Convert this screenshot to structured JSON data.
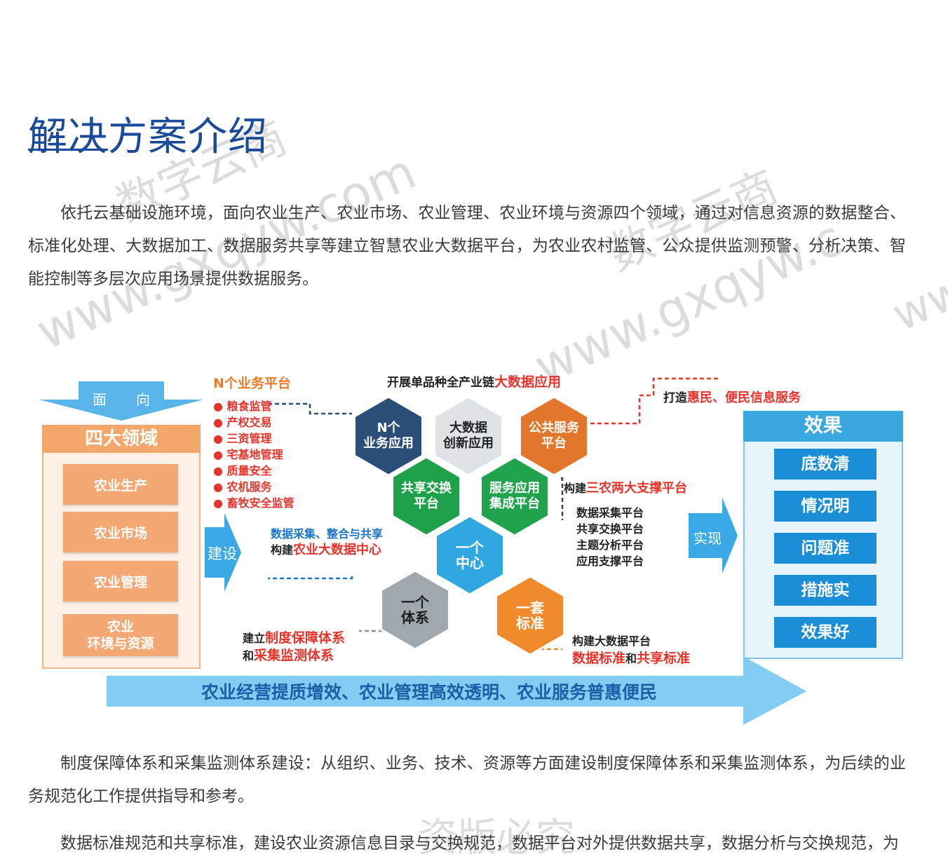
{
  "page": {
    "title": "解决方案介绍",
    "paragraphs": [
      "依托云基础设施环境，面向农业生产、农业市场、农业管理、农业环境与资源四个领域，通过对信息资源的数据整合、标准化处理、大数据加工、数据服务共享等建立智慧农业大数据平台，为农业农村监管、公众提供监测预警、分析决策、智能控制等多层次应用场景提供数据服务。",
      "制度保障体系和采集监测体系建设：从组织、业务、技术、资源等方面建设制度保障体系和采集监测体系，为后续的业务规范化工作提供指导和参考。",
      "数据标准规范和共享标准，建设农业资源信息目录与交换规范，数据平台对外提供数据共享，数据分析与交换规范，为"
    ],
    "watermarks": [
      "数字云商",
      "www.gxqyw.com",
      "数字云商",
      "www.gxqyw.c",
      "ww",
      "资版必究"
    ]
  },
  "diagram": {
    "facing": {
      "chars": [
        "面",
        "向"
      ]
    },
    "domains": {
      "header": "四大领域",
      "items": [
        "农业生产",
        "农业市场",
        "农业管理",
        "农业",
        "环境与资源"
      ]
    },
    "build_label": "建设",
    "realize_label": "实现",
    "business": {
      "title": "N个业务平台",
      "items": [
        "粮食监管",
        "产权交易",
        "三资管理",
        "宅基地管理",
        "质量安全",
        "农机服务",
        "畜牧安全监管"
      ]
    },
    "top_caption": {
      "prefix": "开展单品种全产业链",
      "highlight": "大数据应用"
    },
    "service_caption": {
      "prefix": "打造",
      "highlight": "惠民、便民信息服务"
    },
    "hexes": [
      {
        "label1": "N个",
        "label2": "业务应用",
        "color": "#2b4e78"
      },
      {
        "label1": "大数据",
        "label2": "创新应用",
        "color": "#dfe3e6"
      },
      {
        "label1": "公共服务",
        "label2": "平台",
        "color": "#e2762b"
      },
      {
        "label1": "共享交换",
        "label2": "平台",
        "color": "#1fa04a"
      },
      {
        "label1": "服务应用",
        "label2": "集成平台",
        "color": "#21a24c"
      },
      {
        "label1": "一个",
        "label2": "中心",
        "color": "#2fa8e2"
      },
      {
        "label1": "一个",
        "label2": "体系",
        "color": "#9ea8ad"
      },
      {
        "label1": "一套",
        "label2": "标准",
        "color": "#f08a2a"
      }
    ],
    "support": {
      "prefix": "构建",
      "highlight": "三农两大支撑平台",
      "items": [
        "数据采集平台",
        "共享交换平台",
        "主题分析平台",
        "应用支撑平台"
      ]
    },
    "center_caption": {
      "line1": "数据采集、整合与共享",
      "prefix": "构建",
      "highlight": "农业大数据中心"
    },
    "system_caption": {
      "p1": "建立",
      "h1": "制度保障体系",
      "p2": "和",
      "h2": "采集监测体系"
    },
    "standard_caption": {
      "line1": "构建大数据平台",
      "h1": "数据标准",
      "p1": "和",
      "h2": "共享标准"
    },
    "results": {
      "header": "效果",
      "items": [
        "底数清",
        "情况明",
        "问题准",
        "措施实",
        "效果好"
      ]
    },
    "bottom_banner": "农业经营提质增效、农业管理高效透明、农业服务普惠便民"
  }
}
